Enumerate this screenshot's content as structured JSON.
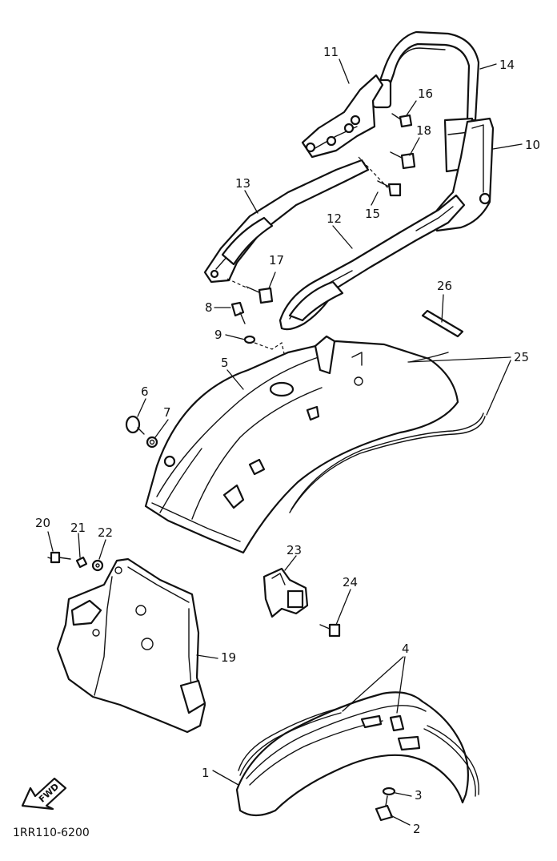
{
  "diagram": {
    "code": "1RR110-6200",
    "fwd_label": "FWD",
    "callouts": [
      "1",
      "2",
      "3",
      "4",
      "5",
      "6",
      "7",
      "8",
      "9",
      "10",
      "11",
      "12",
      "13",
      "14",
      "15",
      "16",
      "17",
      "18",
      "19",
      "20",
      "21",
      "22",
      "23",
      "24",
      "25",
      "26"
    ]
  }
}
